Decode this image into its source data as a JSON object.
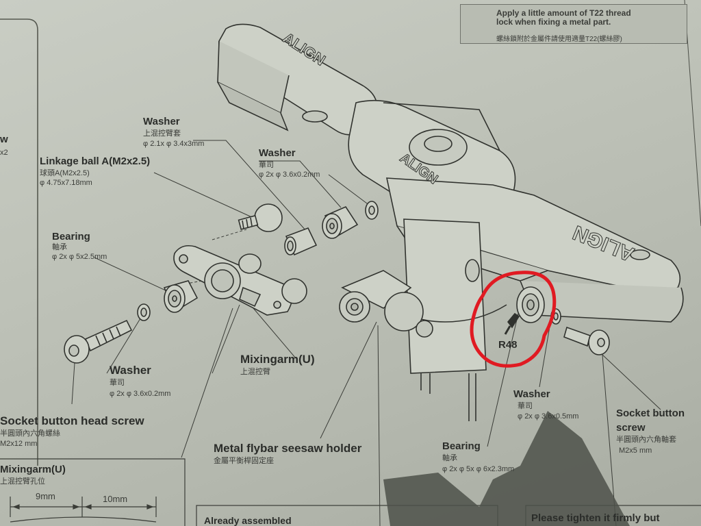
{
  "note": {
    "line1": "Apply a little amount of T22 thread",
    "line2": "lock when fixing a metal part.",
    "cn": "螺絲鎖附於金屬件請使用適量T22(螺絲膠)"
  },
  "brand": "ALIGN",
  "labels": {
    "left_edge_w": "w",
    "left_edge_x2": "x2",
    "washer_top": {
      "en": "Washer",
      "cn": "上混控臂套",
      "spec": "φ 2.1x φ 3.4x3mm"
    },
    "washer_mid": {
      "en": "Washer",
      "cn": "華司",
      "spec": "φ 2x φ 3.6x0.2mm"
    },
    "linkage_ball": {
      "en": "Linkage ball A(M2x2.5)",
      "cn": "球頭A(M2x2.5)",
      "spec": "φ 4.75x7.18mm"
    },
    "bearing_left": {
      "en": "Bearing",
      "cn": "軸承",
      "spec": "φ 2x φ 5x2.5mm"
    },
    "washer_left": {
      "en": "Washer",
      "cn": "華司",
      "spec": "φ 2x φ 3.6x0.2mm"
    },
    "socket_screw_left": {
      "en": "Socket button head screw",
      "cn": "半圓頭內六角螺絲",
      "spec": "M2x12 mm"
    },
    "mixingarm": {
      "en": "Mixingarm(U)",
      "cn": "上混控臂"
    },
    "flybar_holder": {
      "en": "Metal flybar seesaw holder",
      "cn": "金屬平衡桿固定座"
    },
    "r48": "R48",
    "washer_right": {
      "en": "Washer",
      "cn": "華司",
      "spec": "φ 2x φ 3.6x0.5mm"
    },
    "bearing_right": {
      "en": "Bearing",
      "cn": "軸承",
      "spec": "φ 2x φ 5x φ 6x2.3mm"
    },
    "socket_screw_right": {
      "en1": "Socket button",
      "en2": "screw",
      "cn": "半圓頭內六角軸套",
      "spec": "M2x5 mm"
    }
  },
  "inset": {
    "title": "Mixingarm(U)",
    "cn": "上混控臂孔位",
    "dim1": "9mm",
    "dim2": "10mm"
  },
  "bottom_left_box": "Already assembled",
  "bottom_right_box": "Please tighten it firmly but",
  "colors": {
    "highlight": "#e01a22",
    "paper": "#c4c8bf",
    "ink": "#2b2d2a"
  }
}
